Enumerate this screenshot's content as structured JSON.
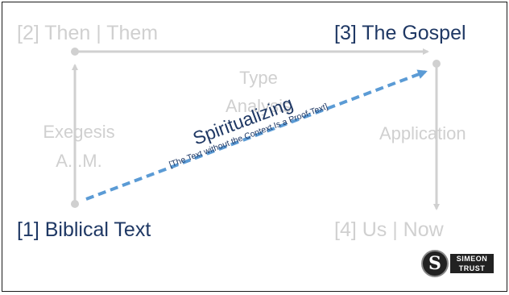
{
  "labels": {
    "then_them": "[2] Then | Them",
    "gospel": "[3] The Gospel",
    "biblical_text": "[1] Biblical Text",
    "us_now": "[4] Us | Now",
    "exegesis": "Exegesis",
    "aim": "A.I.M.",
    "type": "Type",
    "analysis": "Analysis",
    "application": "Application",
    "spiritualizing": "Spiritualizing",
    "spiritualizing_note": "[The Text without the Context Is a Proof-Text]"
  },
  "logo": {
    "badge_letter": "S",
    "wordmark_line1": "SIMEON",
    "wordmark_line2": "TRUST"
  },
  "colors": {
    "faded": "#d0d0d0",
    "strong_text": "#1f3864",
    "dashed_arrow": "#5b9bd5",
    "border": "#1a1a1a"
  }
}
